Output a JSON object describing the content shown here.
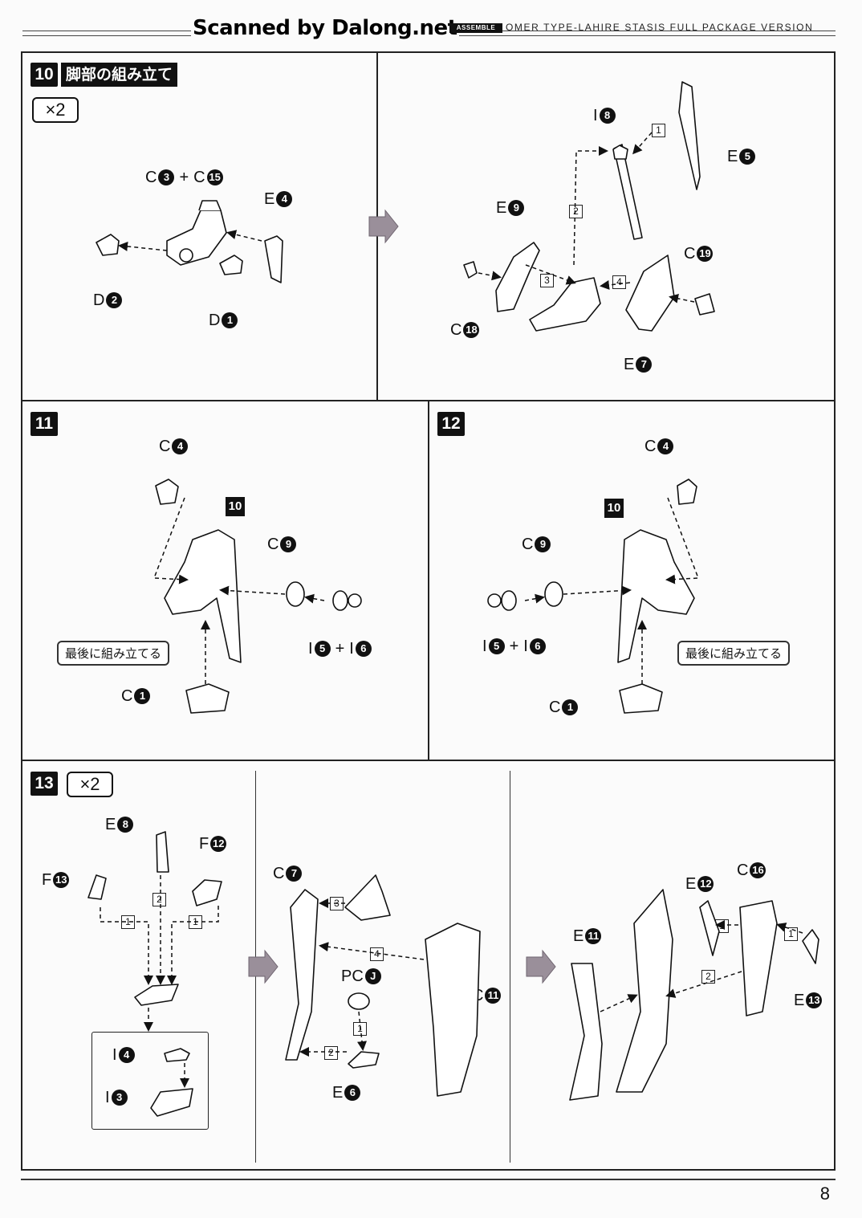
{
  "header": {
    "scanned_by": "Scanned by Dalong.net",
    "assemble_tag": "ASSEMBLE",
    "product_title": "OMER TYPE-LAHIRE STASIS FULL PACKAGE VERSION"
  },
  "steps": {
    "s10": {
      "number": "10",
      "title": "脚部の組み立て",
      "multiplier": "×2"
    },
    "s11": {
      "number": "11"
    },
    "s12": {
      "number": "12"
    },
    "s13": {
      "number": "13",
      "multiplier": "×2"
    }
  },
  "labels": {
    "s10a": {
      "c3c15": {
        "l1": "C",
        "n1": "3",
        "plus": "+",
        "l2": "C",
        "n2": "15"
      },
      "e4": {
        "l": "E",
        "n": "4"
      },
      "d2": {
        "l": "D",
        "n": "2"
      },
      "d1": {
        "l": "D",
        "n": "1"
      }
    },
    "s10b": {
      "i8": {
        "l": "I",
        "n": "8"
      },
      "e5": {
        "l": "E",
        "n": "5"
      },
      "e9": {
        "l": "E",
        "n": "9"
      },
      "c19": {
        "l": "C",
        "n": "19"
      },
      "c18": {
        "l": "C",
        "n": "18"
      },
      "e7": {
        "l": "E",
        "n": "7"
      },
      "ord": [
        "1",
        "2",
        "3",
        "4"
      ]
    },
    "s11": {
      "c4": {
        "l": "C",
        "n": "4"
      },
      "ref": "10",
      "c9": {
        "l": "C",
        "n": "9"
      },
      "i5i6": {
        "l1": "I",
        "n1": "5",
        "plus": "+",
        "l2": "I",
        "n2": "6"
      },
      "c1": {
        "l": "C",
        "n": "1"
      },
      "note": "最後に組み立てる"
    },
    "s12": {
      "c4": {
        "l": "C",
        "n": "4"
      },
      "ref": "10",
      "c9": {
        "l": "C",
        "n": "9"
      },
      "i5i6": {
        "l1": "I",
        "n1": "5",
        "plus": "+",
        "l2": "I",
        "n2": "6"
      },
      "c1": {
        "l": "C",
        "n": "1"
      },
      "note": "最後に組み立てる"
    },
    "s13a": {
      "e8": {
        "l": "E",
        "n": "8"
      },
      "f12": {
        "l": "F",
        "n": "12"
      },
      "f13": {
        "l": "F",
        "n": "13"
      },
      "i4": {
        "l": "I",
        "n": "4"
      },
      "i3": {
        "l": "I",
        "n": "3"
      },
      "ord": [
        "1",
        "2",
        "1"
      ]
    },
    "s13b": {
      "c7": {
        "l": "C",
        "n": "7"
      },
      "pcj": {
        "l": "PC",
        "n": "J"
      },
      "c11": {
        "l": "C",
        "n": "11"
      },
      "e6": {
        "l": "E",
        "n": "6"
      },
      "ord": [
        "3",
        "4",
        "1",
        "2"
      ]
    },
    "s13c": {
      "e12": {
        "l": "E",
        "n": "12"
      },
      "c16": {
        "l": "C",
        "n": "16"
      },
      "e11": {
        "l": "E",
        "n": "11"
      },
      "e13": {
        "l": "E",
        "n": "13"
      },
      "ord": [
        "1",
        "1",
        "2"
      ]
    }
  },
  "page_number": "8",
  "colors": {
    "ink": "#111111",
    "paper": "#fbfbfb",
    "flow_arrow": "#9a8f9a"
  }
}
